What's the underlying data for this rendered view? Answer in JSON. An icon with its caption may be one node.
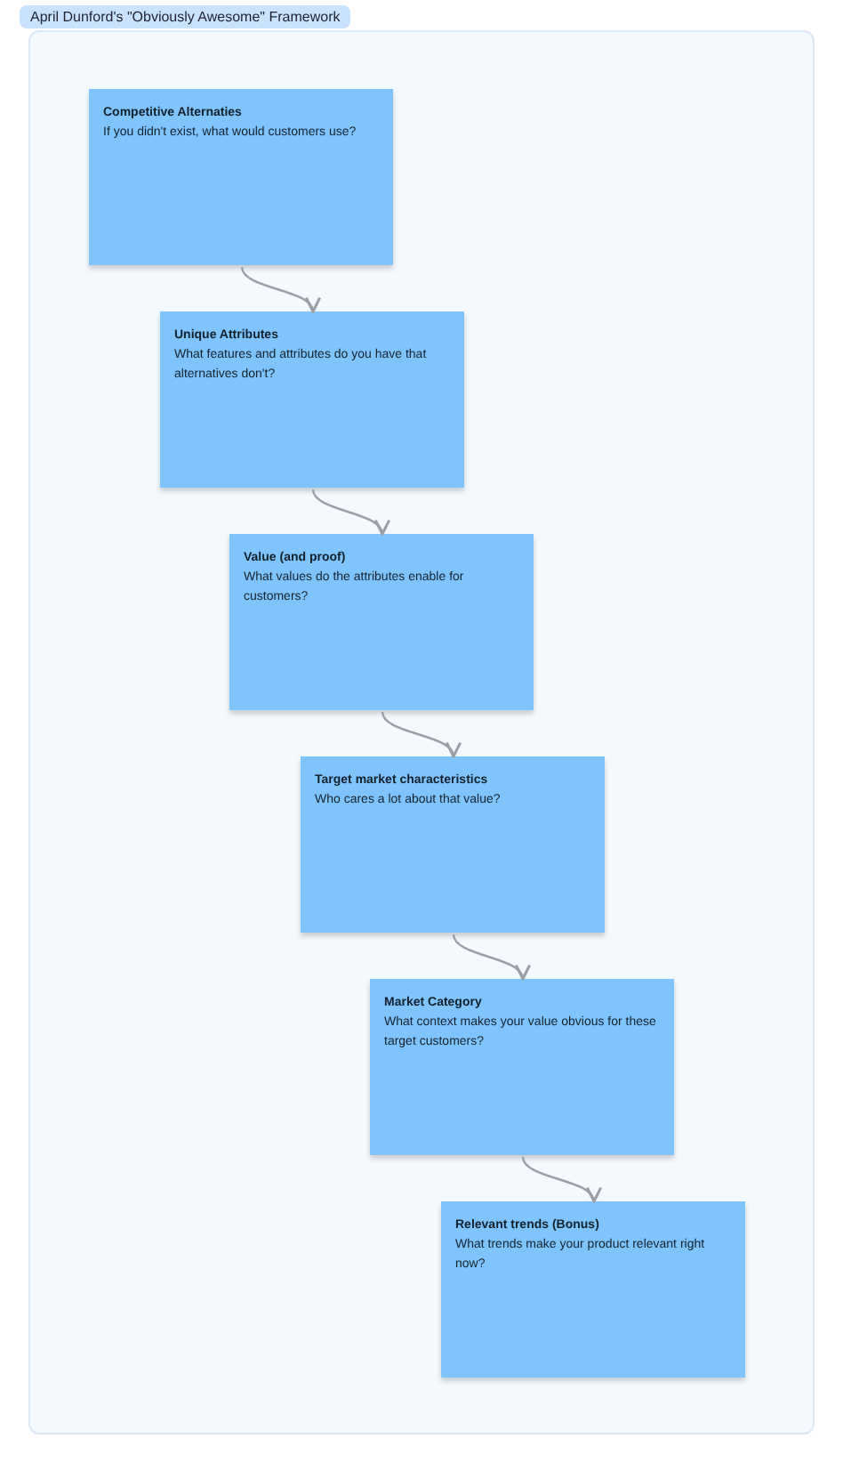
{
  "diagram": {
    "nodes": [
      {
        "text": [
          "April Dunford's \"Obviously Awesome\" Framework"
        ]
      },
      {
        "text": [
          "Competitive Alternaties",
          "If you didn't exist, what would customers use?"
        ],
        "in": 0
      },
      {
        "text": [
          "Unique Attributes",
          "What features and attributes do you have that alternatives don't?"
        ],
        "in": 0
      },
      {
        "text": [
          "Value (and proof)",
          "What values do the attributes enable for customers?"
        ],
        "in": 0
      },
      {
        "text": [
          "Target market characteristics",
          "Who cares a lot about that value?"
        ],
        "in": 0
      },
      {
        "text": [
          "Market Category",
          "What context makes your value obvious for these target customers?"
        ],
        "in": 0
      },
      {
        "text": [
          "Relevant trends (Bonus)",
          "What trends make your product relevant right now?"
        ],
        "in": 0
      }
    ],
    "edges": [
      {
        "from": 1,
        "to": 2,
        "arrow": "to"
      },
      {
        "from": 2,
        "to": 3,
        "arrow": "to"
      },
      {
        "from": 3,
        "to": 4,
        "arrow": "to"
      },
      {
        "from": 4,
        "to": 5,
        "arrow": "to"
      },
      {
        "from": 5,
        "to": 6,
        "arrow": "to"
      }
    ]
  }
}
